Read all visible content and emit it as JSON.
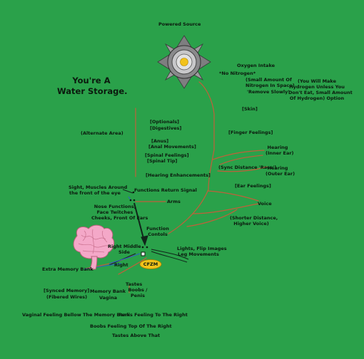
{
  "title": {
    "line1": "You're A",
    "line2": "Water Storage."
  },
  "source": "Powered Source",
  "oxygen": {
    "intake": "Oxygen Intake",
    "no_nitrogen": "*No Nitrogen*",
    "small_amount_1": "(Small Amount Of",
    "small_amount_2": "Nitrogen In Space)",
    "remove_slowly": "'Remove Slowly'",
    "hydrogen_1": "(You Will Make",
    "hydrogen_2": "Hydrogen Unless You",
    "hydrogen_3": "Don't Eat, Small Amount",
    "hydrogen_4": "Of Hydrogen) Option"
  },
  "skin": "[Skin]",
  "finger_feelings": "[Finger Feelings]",
  "hearing_inner_1": "Hearing",
  "hearing_inner_2": "(Inner Ear)",
  "sync_distance": "(Sync Distance 'Race')",
  "hearing_outer_1": "Hearing",
  "hearing_outer_2": "(Outer Ear)",
  "ear_feelings": "[Ear Feelings]",
  "voice": "Voice",
  "shorter_distance_1": "(Shorter Distance,",
  "shorter_distance_2": "Higher Voice)",
  "alternate_area": "(Alternate Area)",
  "column": {
    "optionals": "[Optionals]",
    "digestives": "[Digestives]",
    "anus": "[Anus]",
    "anal_movements": "[Anal Movements]",
    "spinal_feelings": "[Spinal Feelings]",
    "spinal_tip": "[Spinal Tip]",
    "hearing_enhancements": "[Hearing Enhancements]"
  },
  "sight_1": "Sight, Muscles Around",
  "sight_2": "the front of the eye",
  "functions_return": "Functions Return Signal",
  "arms": "Arms",
  "nose_1": "Nose Functions,",
  "nose_2": "Face Twitches",
  "nose_3": "Cheeks, Front Of Ears",
  "function_controls_1": "Function",
  "function_controls_2": "Contols",
  "right_middle_1": "Right Middle",
  "right_middle_2": "Side",
  "lights_1": "Lights, Flip Images",
  "lights_2": "Leg Movements",
  "cfzm": "CFZM",
  "right": "Right",
  "extra_memory": "Extra Memory Bank",
  "tastes": "Tastes",
  "boobs_1": "Boobs /",
  "boobs_2": "Penis",
  "memory_bank": "Memory Bank",
  "vagina": "Vagina",
  "synced_memory": "[Synced Memory]",
  "fibered_wires": "(Fibered Wires)",
  "vaginal_feeling": "Vaginal Feeling Bellow The Memory Bank",
  "penis_feeling": "Penis Feeling To The Right",
  "boobs_feeling": "Boobs Feeling Top Of The Right",
  "tastes_above": "Tastes Above That",
  "colors": {
    "background": "#2aa14a",
    "wire": "#c0603a",
    "badge": "#f2c21a",
    "brain": "#f4a8c8"
  }
}
